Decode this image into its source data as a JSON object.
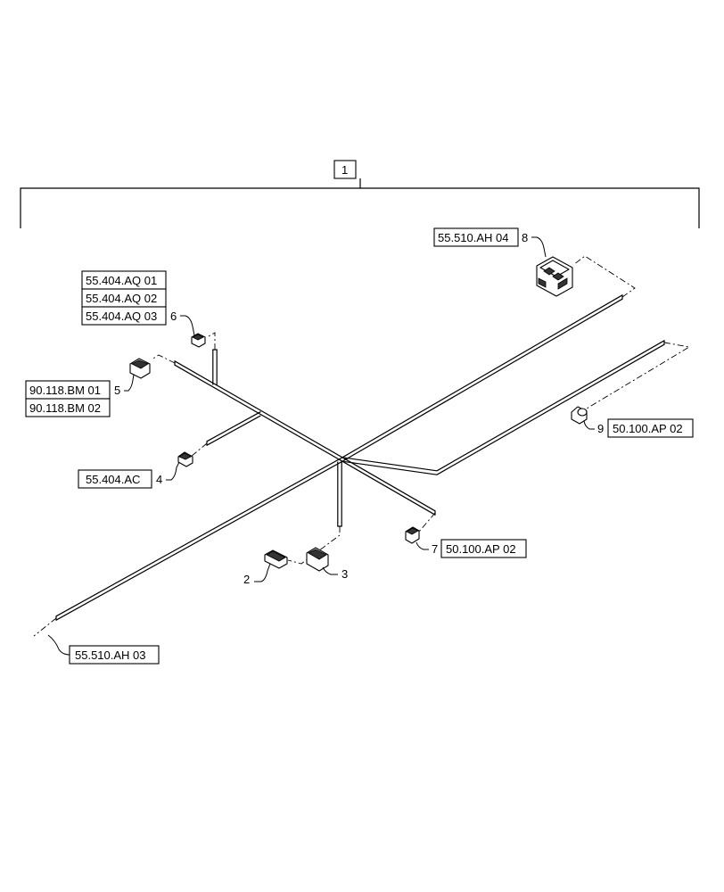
{
  "diagram": {
    "item_1": {
      "number": "1"
    },
    "item_2": {
      "number": "2"
    },
    "item_3": {
      "number": "3"
    },
    "item_4": {
      "number": "4",
      "ref": "55.404.AC"
    },
    "item_5": {
      "number": "5",
      "refs": [
        "90.118.BM 01",
        "90.118.BM 02"
      ]
    },
    "item_6": {
      "number": "6",
      "refs": [
        "55.404.AQ 01",
        "55.404.AQ 02",
        "55.404.AQ 03"
      ]
    },
    "item_7": {
      "number": "7",
      "ref": "50.100.AP 02"
    },
    "item_8": {
      "number": "8",
      "ref": "55.510.AH 04"
    },
    "item_9": {
      "number": "9",
      "ref": "50.100.AP 02"
    },
    "harness_end": {
      "ref": "55.510.AH 03"
    }
  }
}
